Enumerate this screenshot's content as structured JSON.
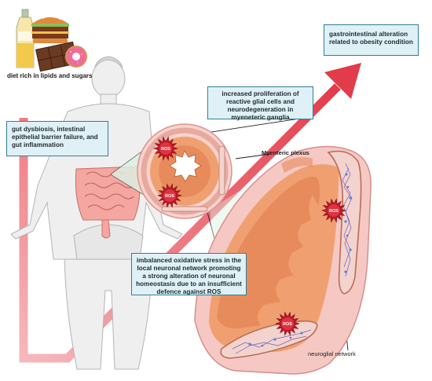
{
  "diet_label": "diet rich in lipids and sugars",
  "boxes": {
    "obesity": "gastrointestinal alteration related to obesity condition",
    "glial": "increased proliferation of reactive glial cells and neurodegeneration in myeneteric ganglia",
    "dysbiosis": "gut dysbiosis, intestinal epithelial barrier failure, and gut inflammation",
    "oxidative": "imbalanced oxidative stress in the local neuronal network promoting a strong alteration of neuronal homeostasis due to an insufficient defence against ROS"
  },
  "labels": {
    "myenteric": "Myenteric plexus",
    "neuroglial": "neuroglial network",
    "ros": "ROS"
  },
  "colors": {
    "arrow": "#e8505b",
    "box_fill": "#dff1f6",
    "box_border": "#2f7f97",
    "tissue_orange": "#f0a070",
    "tissue_pink": "#f6c8c4",
    "ros_red": "#c0182a",
    "skin": "#efefef"
  },
  "icons": [
    "bottle-icon",
    "burger-icon",
    "chocolate-icon",
    "donut-icon",
    "ros-burst-icon"
  ]
}
